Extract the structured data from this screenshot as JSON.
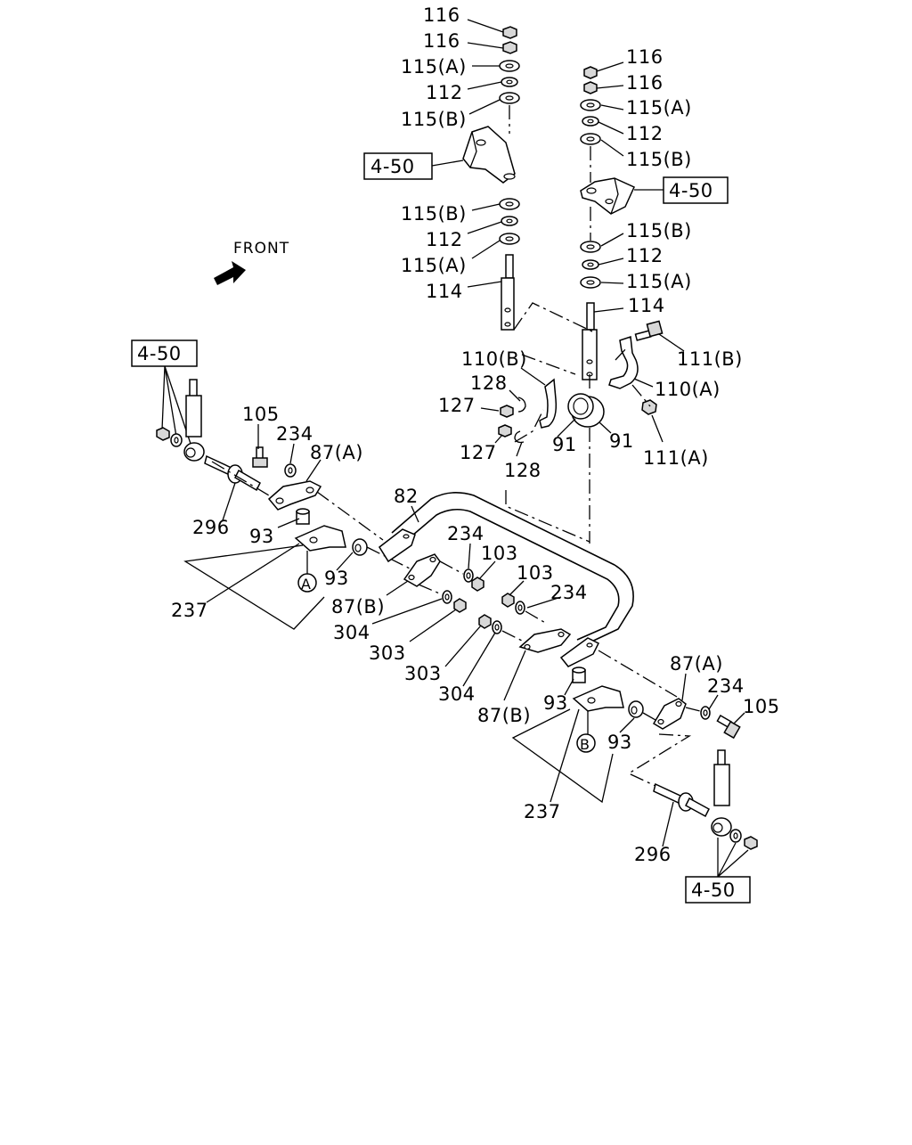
{
  "diagram": {
    "front_label": "FRONT",
    "callouts": {
      "upper_left": {
        "c116a": "116",
        "c116b": "116",
        "c115a1": "115(A)",
        "c112a": "112",
        "c115b1": "115(B)",
        "ref": "4-50",
        "c115b2": "115(B)",
        "c112b": "112",
        "c115a2": "115(A)",
        "c114": "114"
      },
      "upper_right": {
        "c116a": "116",
        "c116b": "116",
        "c115a1": "115(A)",
        "c112a": "112",
        "c115b1": "115(B)",
        "ref": "4-50",
        "c115b2": "115(B)",
        "c112b": "112",
        "c115a2": "115(A)",
        "c114": "114",
        "c111b": "111(B)",
        "c110b": "110(B)",
        "c110a": "110(A)",
        "c128a": "128",
        "c127a": "127",
        "c127b": "127",
        "c128b": "128",
        "c91a": "91",
        "c91b": "91",
        "c111a": "111(A)"
      },
      "left": {
        "ref": "4-50",
        "c105": "105",
        "c234": "234",
        "c87a": "87(A)",
        "c296": "296",
        "c93a": "93",
        "c93b": "93",
        "c237": "237",
        "circ": "A"
      },
      "middle": {
        "c82": "82",
        "c234a": "234",
        "c103a": "103",
        "c103b": "103",
        "c234b": "234",
        "c87b1": "87(B)",
        "c304a": "304",
        "c303a": "303",
        "c303b": "303",
        "c304b": "304",
        "c87b2": "87(B)"
      },
      "right": {
        "c87a": "87(A)",
        "c234": "234",
        "c105": "105",
        "c93a": "93",
        "c93b": "93",
        "circ": "B",
        "c237": "237",
        "c296": "296",
        "ref": "4-50"
      }
    }
  }
}
